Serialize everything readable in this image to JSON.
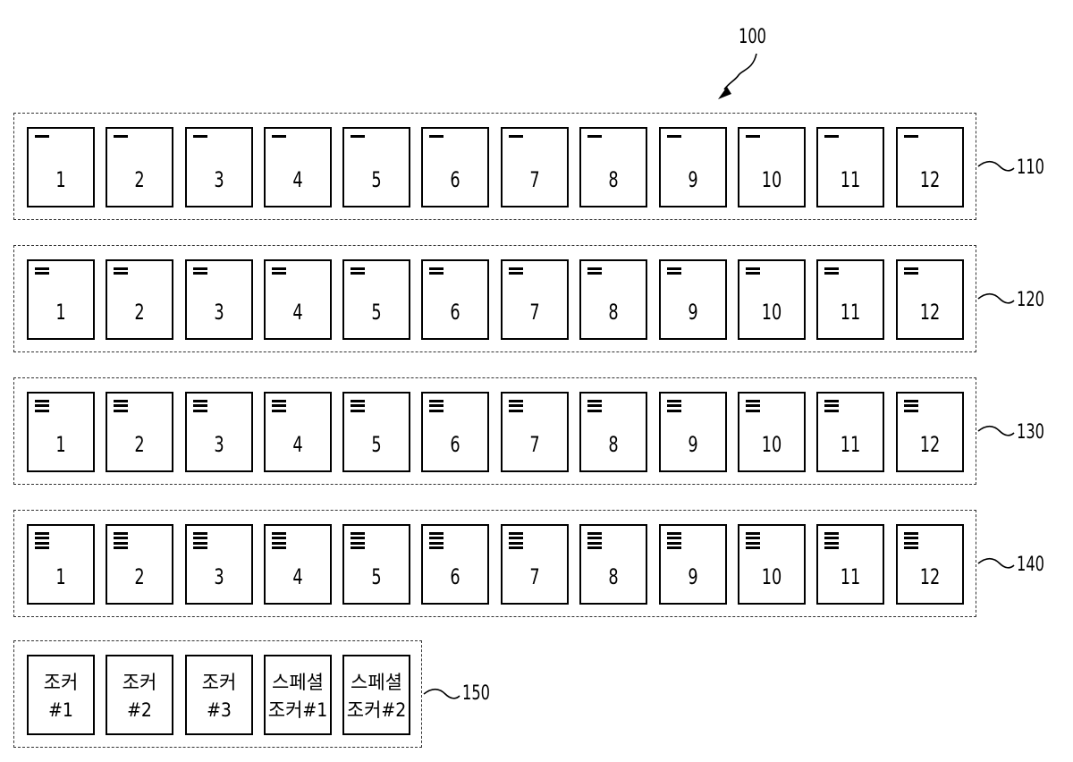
{
  "figure_ref": "100",
  "card_numbers": [
    "1",
    "2",
    "3",
    "4",
    "5",
    "6",
    "7",
    "8",
    "9",
    "10",
    "11",
    "12"
  ],
  "groups": [
    {
      "ref": "110",
      "mark_count": 1
    },
    {
      "ref": "120",
      "mark_count": 2
    },
    {
      "ref": "130",
      "mark_count": 3
    },
    {
      "ref": "140",
      "mark_count": 4
    }
  ],
  "special": {
    "ref": "150",
    "cards": [
      "조커\n#1",
      "조커\n#2",
      "조커\n#3",
      "스페셜\n조커#1",
      "스페셜\n조커#2"
    ]
  }
}
